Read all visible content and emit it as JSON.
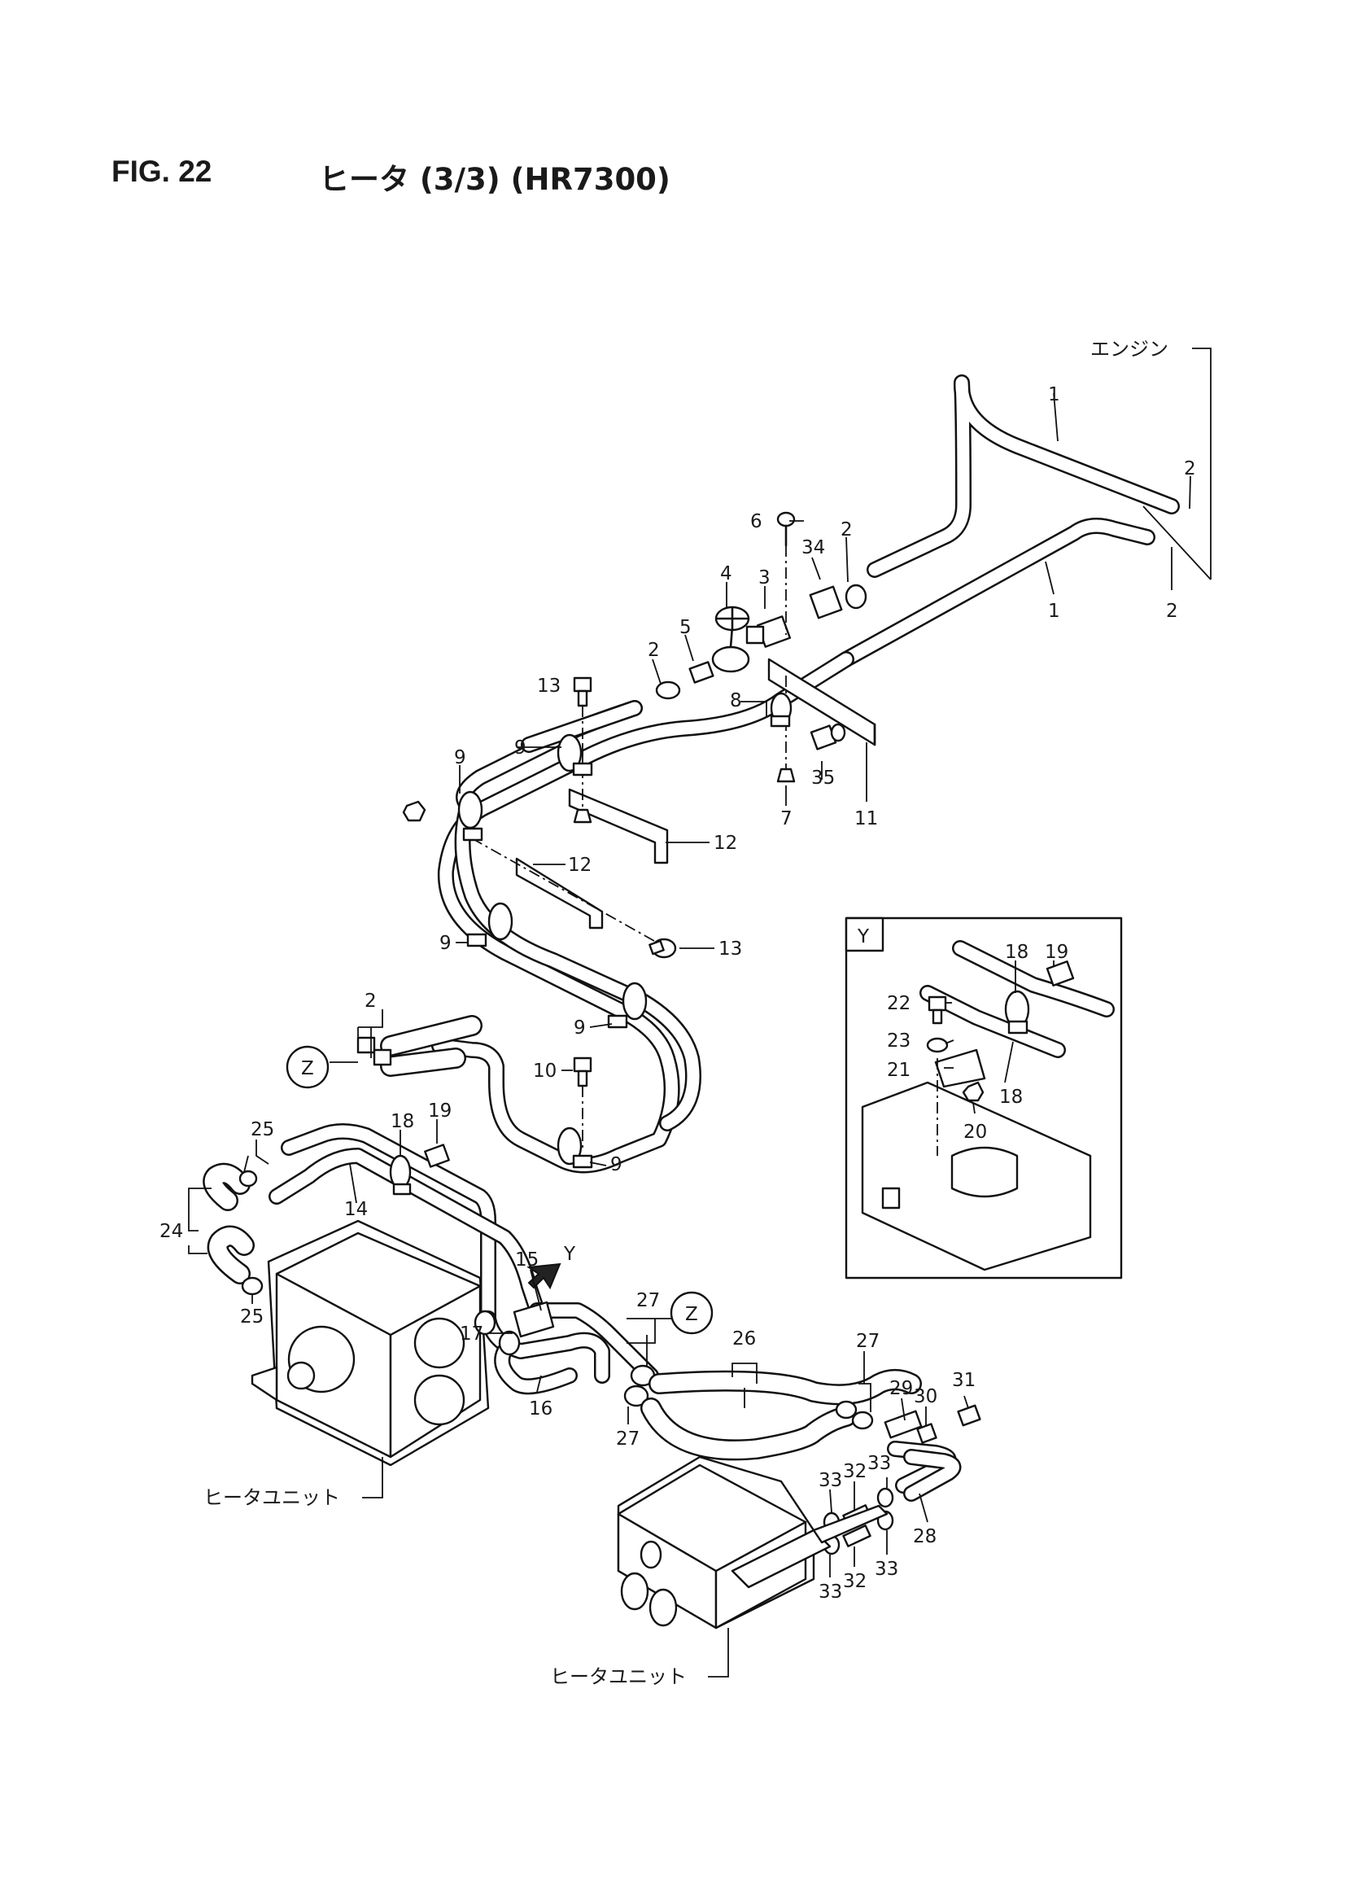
{
  "header": {
    "figure_number": "FIG. 22",
    "figure_title": "ヒータ (3/3) (HR7300)"
  },
  "diagram": {
    "text_labels": {
      "engine": "エンジン",
      "heater_unit_left": "ヒータユニット",
      "heater_unit_bottom": "ヒータユニット",
      "detail_marker": "Y",
      "view_arrow_y": "Y",
      "callout_z_left": "Z",
      "callout_z_right": "Z"
    },
    "callouts": {
      "c1a": "1",
      "c1b": "1",
      "c2a": "2",
      "c2b": "2",
      "c2c": "2",
      "c2d": "2",
      "c2e": "2",
      "c3": "3",
      "c4": "4",
      "c5": "5",
      "c6": "6",
      "c7": "7",
      "c8": "8",
      "c9a": "9",
      "c9b": "9",
      "c9c": "9",
      "c9d": "9",
      "c9e": "9",
      "c10": "10",
      "c11": "11",
      "c12a": "12",
      "c12b": "12",
      "c13a": "13",
      "c13b": "13",
      "c14": "14",
      "c15": "15",
      "c16": "16",
      "c17": "17",
      "c18a": "18",
      "c18b": "18",
      "c18c": "18",
      "c19a": "19",
      "c19b": "19",
      "c20": "20",
      "c21": "21",
      "c22": "22",
      "c23": "23",
      "c24": "24",
      "c25a": "25",
      "c25b": "25",
      "c26": "26",
      "c27a": "27",
      "c27b": "27",
      "c27c": "27",
      "c28": "28",
      "c29": "29",
      "c30": "30",
      "c31": "31",
      "c32a": "32",
      "c32b": "32",
      "c33a": "33",
      "c33b": "33",
      "c33c": "33",
      "c33d": "33",
      "c34": "34",
      "c35": "35"
    }
  }
}
